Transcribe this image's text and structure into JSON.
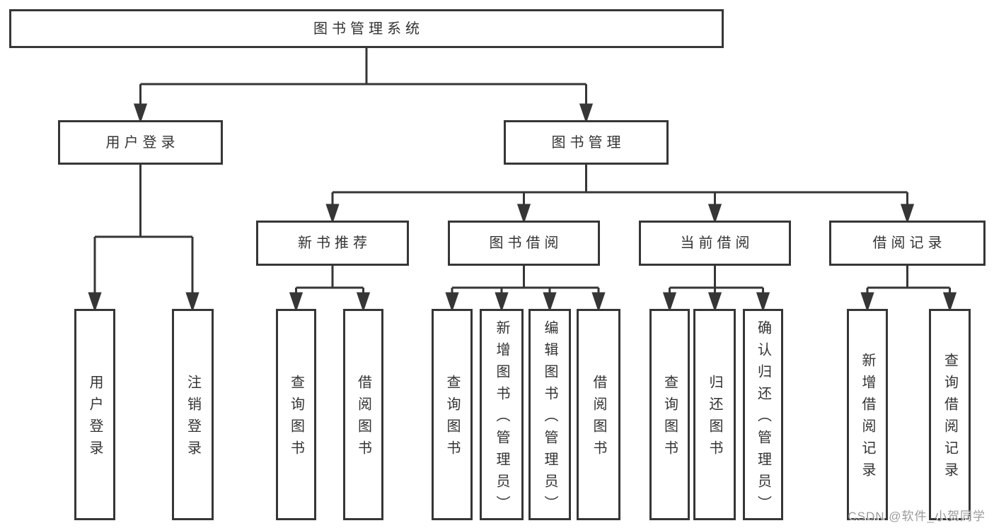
{
  "diagram_title": "图书管理系统",
  "tree": {
    "label": "图书管理系统",
    "children": [
      {
        "label": "用户登录",
        "children": [
          {
            "label": "用户登录"
          },
          {
            "label": "注销登录"
          }
        ]
      },
      {
        "label": "图书管理",
        "children": [
          {
            "label": "新书推荐",
            "children": [
              {
                "label": "查询图书"
              },
              {
                "label": "借阅图书"
              }
            ]
          },
          {
            "label": "图书借阅",
            "children": [
              {
                "label": "查询图书"
              },
              {
                "label": "新增图书（管理员）"
              },
              {
                "label": "编辑图书（管理员）"
              },
              {
                "label": "借阅图书"
              }
            ]
          },
          {
            "label": "当前借阅",
            "children": [
              {
                "label": "查询图书"
              },
              {
                "label": "归还图书"
              },
              {
                "label": "确认归还（管理员）"
              }
            ]
          },
          {
            "label": "借阅记录",
            "children": [
              {
                "label": "新增借阅记录"
              },
              {
                "label": "查询借阅记录"
              }
            ]
          }
        ]
      }
    ]
  },
  "watermark": {
    "text": "CSDN @软件_小贺同学"
  },
  "colors": {
    "line": "#363636",
    "text": "#333333",
    "box_background": "#ffffff",
    "page_background": "#ffffff",
    "watermark": "#9b9b9b"
  }
}
